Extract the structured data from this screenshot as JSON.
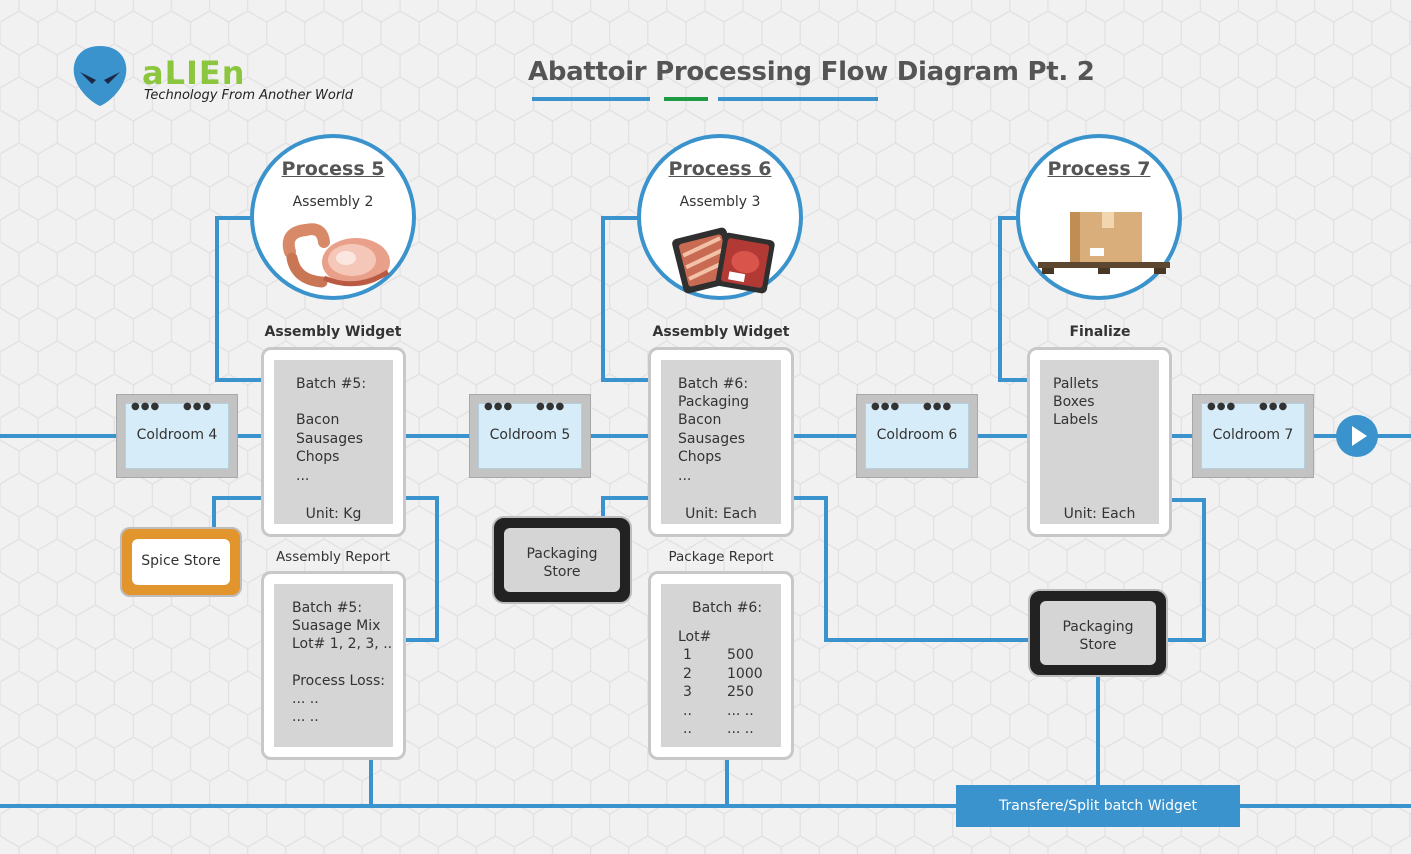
{
  "header": {
    "logo_word": "aLIEn",
    "logo_tagline": "Technology From Another World",
    "title": "Abattoir Processing Flow Diagram Pt. 2"
  },
  "colors": {
    "accent": "#3a93cc",
    "green": "#8cc63f",
    "spice": "#e2952c",
    "card_border": "#c8c8c8",
    "card_fill": "#d5d5d5"
  },
  "processes": [
    {
      "title": "Process 5",
      "subtitle": "Assembly 2",
      "icon": "ham-sausage-icon"
    },
    {
      "title": "Process 6",
      "subtitle": "Assembly 3",
      "icon": "packaged-meat-icon"
    },
    {
      "title": "Process 7",
      "subtitle": "",
      "icon": "pallet-box-icon"
    }
  ],
  "widgets": [
    {
      "label": "Assembly Widget",
      "lines": [
        "Batch #5:",
        "",
        "Bacon",
        "Sausages",
        "Chops",
        "..."
      ],
      "unit": "Unit: Kg"
    },
    {
      "label": "Assembly Widget",
      "lines": [
        "Batch #6:",
        "Packaging",
        "Bacon",
        "Sausages",
        "Chops",
        "..."
      ],
      "unit": "Unit: Each"
    },
    {
      "label": "Finalize",
      "lines": [
        "Pallets",
        "Boxes",
        "Labels"
      ],
      "unit": "Unit: Each"
    }
  ],
  "reports": [
    {
      "label": "Assembly Report",
      "lines": [
        "Batch #5:",
        "Suasage Mix",
        "Lot# 1, 2, 3, ..",
        "",
        "Process Loss:",
        "... ..",
        "... .."
      ]
    },
    {
      "label": "Package Report",
      "heading": "Batch #6:",
      "lot_header": "Lot#",
      "rows": [
        [
          "1",
          "500"
        ],
        [
          "2",
          "1000"
        ],
        [
          "3",
          "250"
        ],
        [
          "..",
          "... .."
        ],
        [
          "..",
          "... .."
        ]
      ]
    }
  ],
  "coldrooms": [
    "Coldroom 4",
    "Coldroom 5",
    "Coldroom 6",
    "Coldroom 7"
  ],
  "coldroom_dots": "●●●",
  "spice_store": "Spice Store",
  "packaging_store": [
    "Packaging",
    "Store"
  ],
  "transfer_widget": "Transfere/Split batch Widget"
}
